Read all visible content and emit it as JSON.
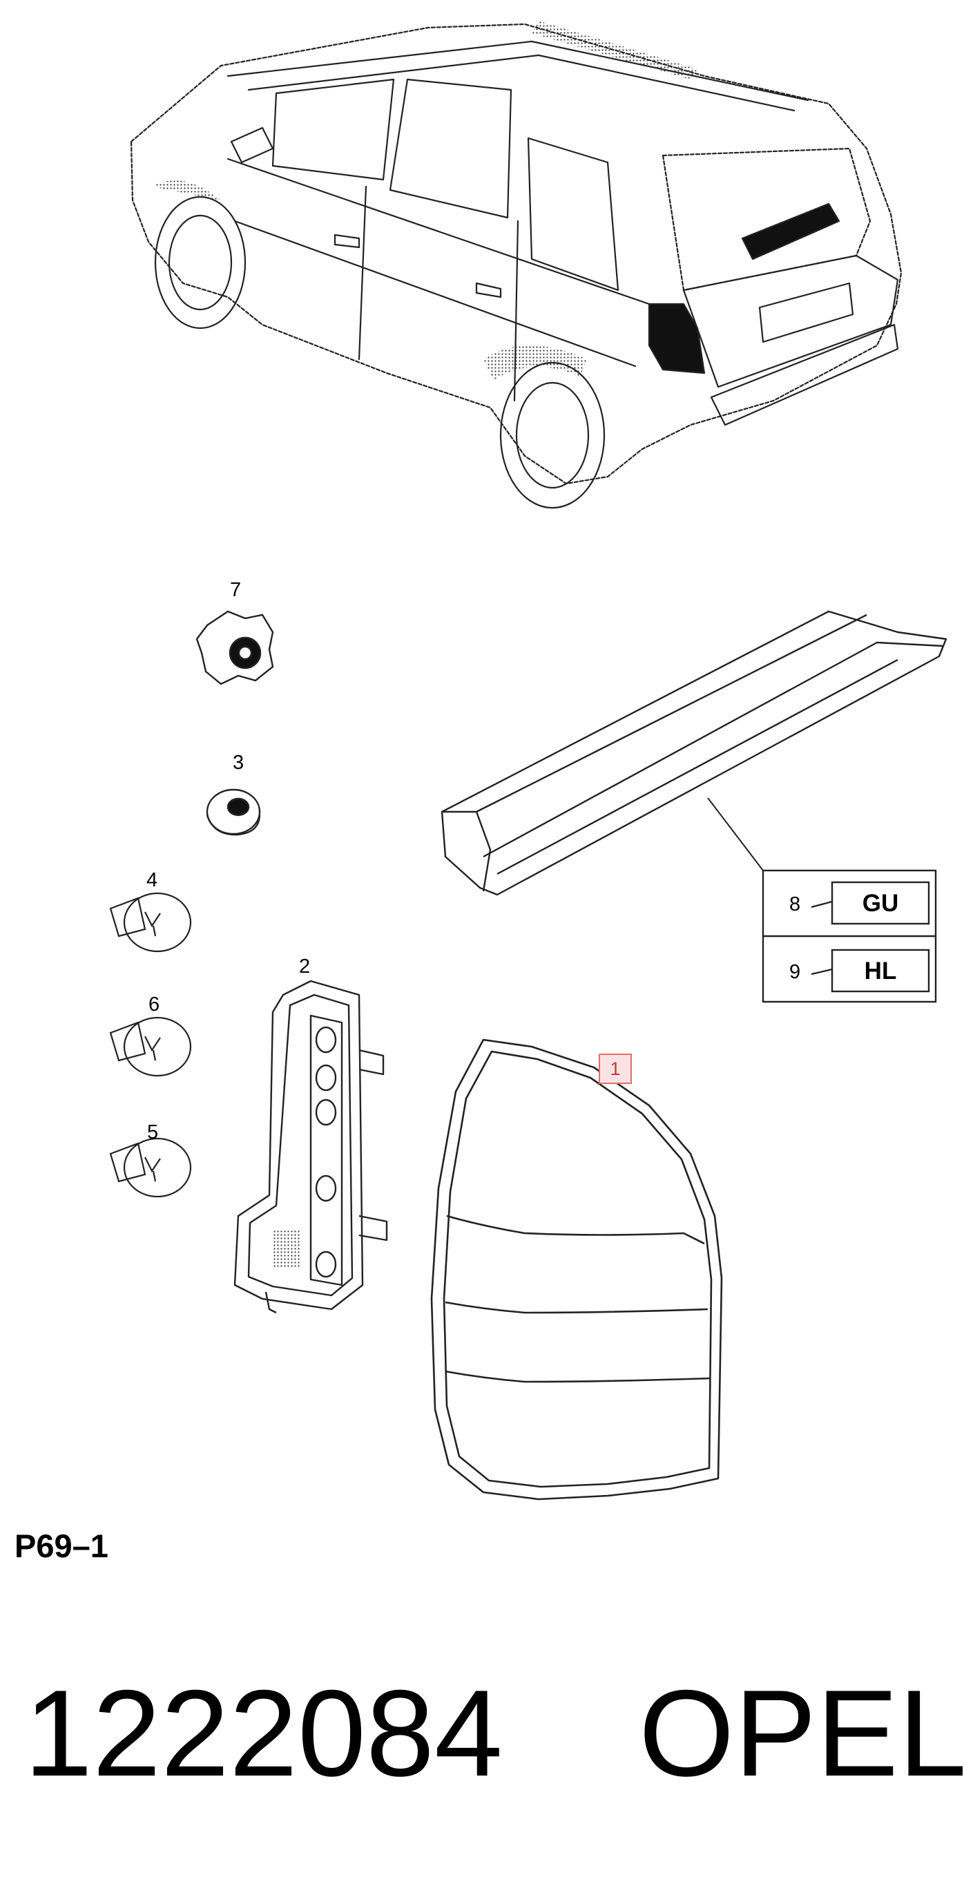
{
  "callouts": {
    "c1": "1",
    "c2": "2",
    "c3": "3",
    "c4": "4",
    "c5": "5",
    "c6": "6",
    "c7": "7",
    "c8": "8",
    "c9": "9"
  },
  "legend": {
    "gu": "GU",
    "hl": "HL"
  },
  "diagram_code": "P69–1",
  "part_number": "1222084",
  "brand": "OPEL",
  "colors": {
    "highlight": "#e46c6c"
  }
}
